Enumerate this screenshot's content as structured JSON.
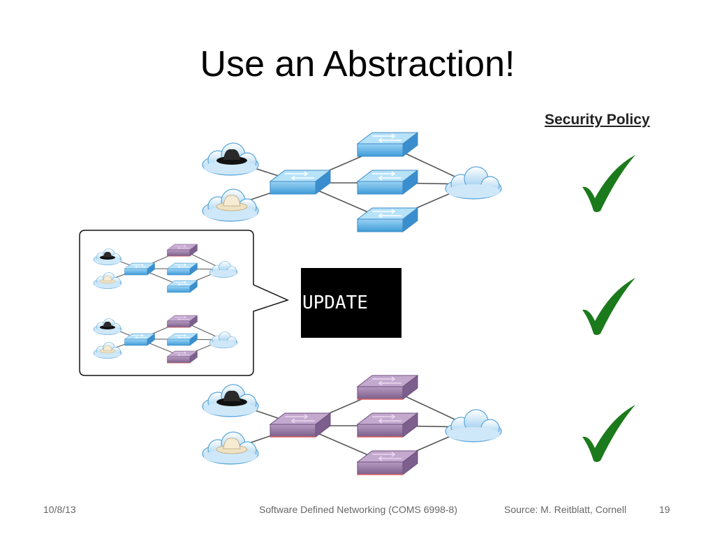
{
  "slide": {
    "title": "Use an Abstraction!",
    "policy_header": "Security Policy",
    "update_label": "UPDATE",
    "checks": [
      "top",
      "middle",
      "bottom"
    ],
    "check_color": "#1a7a1a"
  },
  "footer": {
    "date": "10/8/13",
    "course": "Software Defined Networking (COMS 6998-8)",
    "source": "Source: M. Reitblatt, Cornell",
    "page": "19"
  },
  "colors": {
    "switch_old": "#5fb0e4",
    "switch_new": "#8c6d9a",
    "cloud": "#bfe0f6",
    "black_hat": "#1b1b1b",
    "white_hat": "#f0e4c8"
  }
}
